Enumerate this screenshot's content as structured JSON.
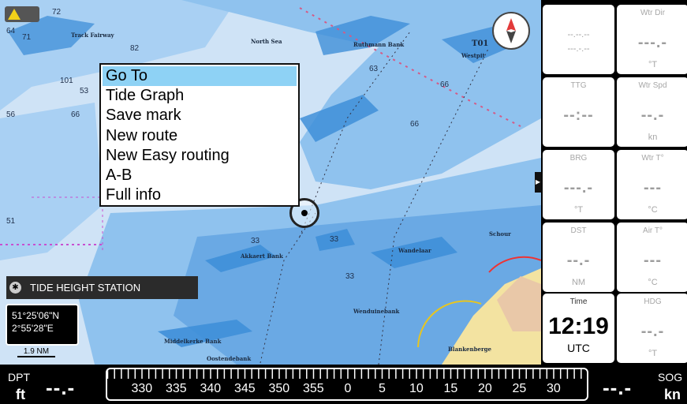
{
  "context_menu": {
    "items": [
      "Go To",
      "Tide Graph",
      "Save mark",
      "New route",
      "New Easy routing",
      "A-B",
      "Full info"
    ],
    "selected_index": 0
  },
  "map": {
    "place_labels": [
      {
        "text": "Track Fairway"
      },
      {
        "text": "North Sea"
      },
      {
        "text": "Ruthmann Bank"
      },
      {
        "text": "T01"
      },
      {
        "text": "Westpit"
      },
      {
        "text": "Akkaert Bank"
      },
      {
        "text": "Wandelaar"
      },
      {
        "text": "Schour"
      },
      {
        "text": "Wenduinebank"
      },
      {
        "text": "Middelkerke Bank"
      },
      {
        "text": "Oostendebank"
      },
      {
        "text": "Blankenberge"
      }
    ],
    "depths": [
      "72",
      "71",
      "64",
      "82",
      "101",
      "53",
      "66",
      "56",
      "63",
      "66",
      "66",
      "33",
      "33",
      "33",
      "51"
    ],
    "tide_station": {
      "label": "TIDE HEIGHT STATION"
    },
    "coordinates": {
      "lat": "51°25'06\"N",
      "lon": "2°55'28\"E"
    },
    "scale": {
      "label": "1.9 NM"
    }
  },
  "data_panel": {
    "tiles": [
      {
        "title": "",
        "value": "--.--.--",
        "value2": "---.-.--",
        "unit": "",
        "small": true
      },
      {
        "title": "Wtr Dir",
        "value": "---.-",
        "unit": "°T"
      },
      {
        "title": "TTG",
        "value": "--:--",
        "unit": ""
      },
      {
        "title": "Wtr Spd",
        "value": "--.-",
        "unit": "kn"
      },
      {
        "title": "BRG",
        "value": "---.-",
        "unit": "°T"
      },
      {
        "title": "Wtr T°",
        "value": "---",
        "unit": "°C"
      },
      {
        "title": "DST",
        "value": "--.-",
        "unit": "NM"
      },
      {
        "title": "Air T°",
        "value": "---",
        "unit": "°C"
      },
      {
        "title": "Time",
        "value": "12:19",
        "unit": "UTC",
        "time": true
      },
      {
        "title": "HDG",
        "value": "--.-",
        "unit": "°T"
      }
    ]
  },
  "bottom_bar": {
    "dpt": {
      "label": "DPT",
      "unit": "ft",
      "value": "--.-"
    },
    "sog": {
      "label": "SOG",
      "unit": "kn",
      "value": "--.-"
    },
    "compass_labels": [
      "330",
      "335",
      "340",
      "345",
      "350",
      "355",
      "0",
      "5",
      "10",
      "15",
      "20",
      "25",
      "30"
    ]
  },
  "colors": {
    "deep_water": "#cfe3f6",
    "mid_water": "#8fc2ee",
    "shallow_water": "#3f8fd8",
    "land": "#f3e3a1",
    "menu_highlight": "#8ed2f5"
  },
  "icons": [
    "alarm-icon",
    "compass-rose-icon",
    "tide-station-icon",
    "cursor-target-icon",
    "panel-expander-icon"
  ]
}
